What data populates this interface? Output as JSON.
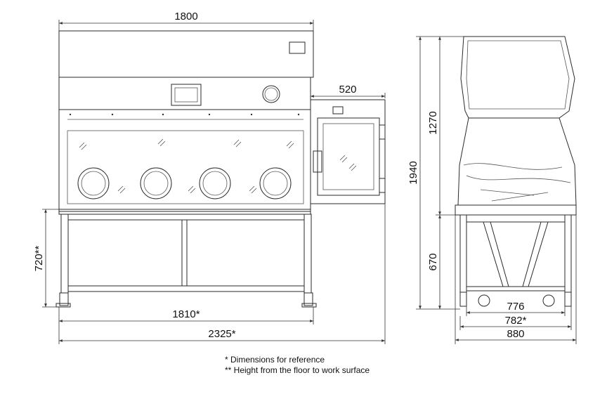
{
  "dimensions": {
    "front_width_top": "1800",
    "pass_box_width": "520",
    "work_height": "720**",
    "frame_width": "1810*",
    "overall_width": "2325*",
    "upper_height": "1270",
    "total_height": "1940",
    "lower_height": "670",
    "caster_span": "776",
    "base_depth": "782*",
    "overall_depth": "880"
  },
  "notes": [
    "* Dimensions for reference",
    "** Height from the floor to work surface"
  ]
}
